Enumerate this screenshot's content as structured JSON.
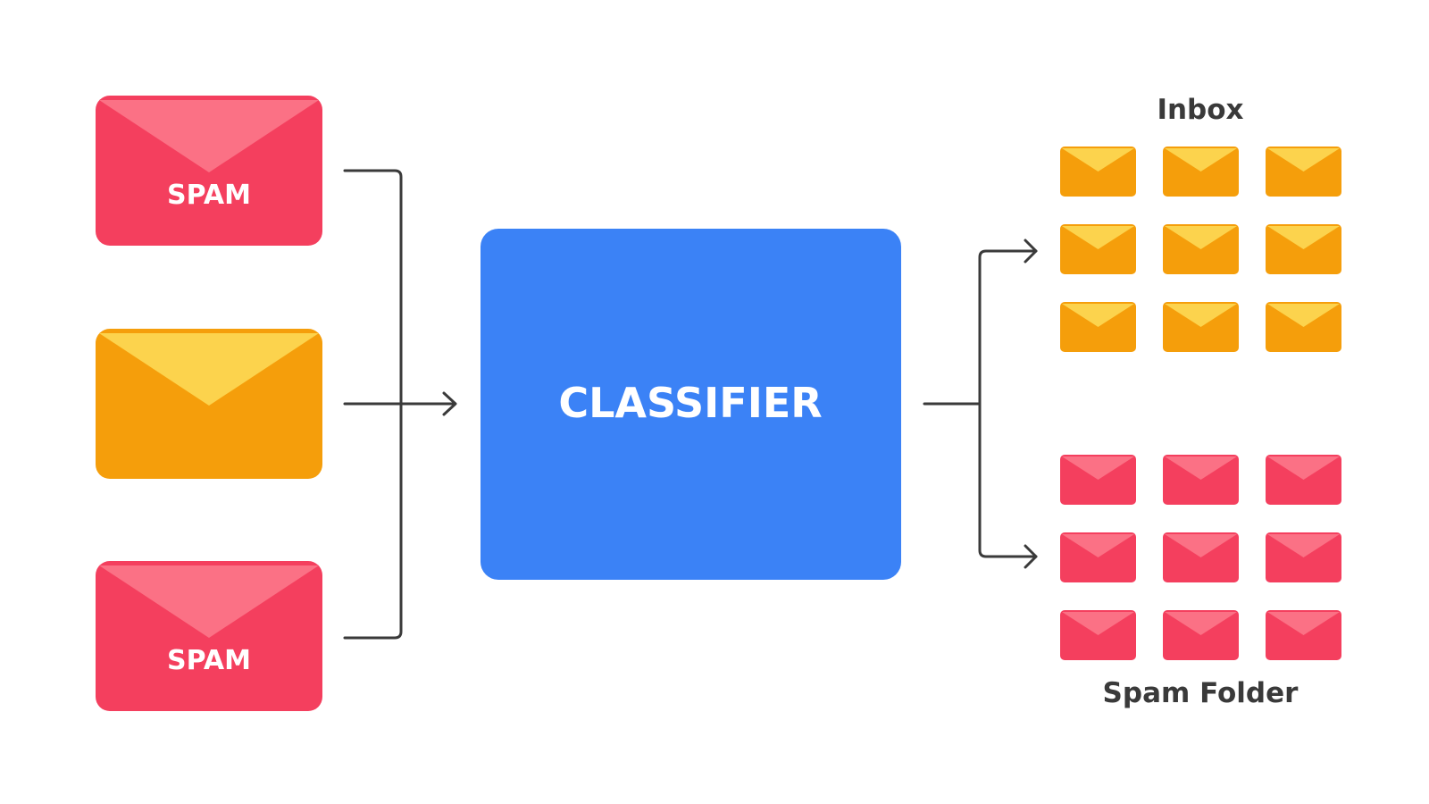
{
  "colors": {
    "spam_body": "#f43f5e",
    "spam_flap": "#fb7185",
    "mail_body": "#f59e0b",
    "mail_flap": "#fcd34d",
    "classifier": "#3b82f6",
    "connector": "#3a3a3a",
    "label": "#3a3a3a",
    "envelope_text": "#ffffff"
  },
  "inputs": [
    {
      "type": "spam",
      "label": "SPAM"
    },
    {
      "type": "mail",
      "label": ""
    },
    {
      "type": "spam",
      "label": "SPAM"
    }
  ],
  "classifier": {
    "label": "CLASSIFIER"
  },
  "outputs": {
    "inbox": {
      "label": "Inbox",
      "type": "mail",
      "rows": 3,
      "cols": 3
    },
    "spam_folder": {
      "label": "Spam Folder",
      "type": "spam",
      "rows": 3,
      "cols": 3
    }
  },
  "icons": {
    "envelope": "envelope-icon",
    "arrow": "arrow-right-icon"
  }
}
